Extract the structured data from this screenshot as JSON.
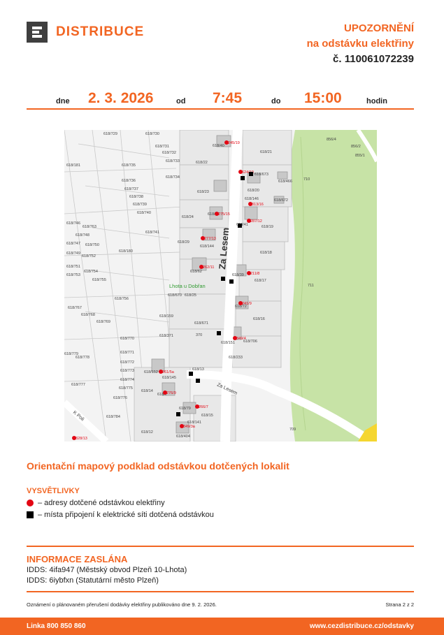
{
  "header": {
    "brand": "DISTRIBUCE",
    "notice_line1": "UPOZORNĚNÍ",
    "notice_line2": "na odstávku elektřiny",
    "notice_number": "č. 110061072239"
  },
  "outage": {
    "label_date": "dne",
    "date": "2. 3. 2026",
    "label_from": "od",
    "time_from": "7:45",
    "label_to": "do",
    "time_to": "15:00",
    "label_hours": "hodin"
  },
  "map": {
    "street_main": "Za Lesem",
    "street_side": "Za Lesem",
    "street_corner": "K Poli",
    "locality": "Lhota u Dobřan",
    "parcels": [
      "618/729",
      "618/730",
      "618/731",
      "618/732",
      "618/733",
      "618/734",
      "618/181",
      "618/735",
      "618/736",
      "618/737",
      "618/738",
      "618/739",
      "618/740",
      "618/741",
      "618/746",
      "618/763",
      "618/748",
      "618/747",
      "618/750",
      "618/749",
      "618/180",
      "618/751",
      "618/752",
      "618/754",
      "618/753",
      "618/755",
      "618/756",
      "618/767",
      "618/768",
      "618/769",
      "618/770",
      "618/771",
      "618/772",
      "618/773",
      "618/774",
      "618/775",
      "618/776",
      "618/777",
      "618/778",
      "618/779",
      "618/784",
      "618/12",
      "618/14",
      "618/13",
      "618/22",
      "618/23",
      "618/24",
      "618/29",
      "618/25",
      "618/159",
      "618/371",
      "618/21",
      "618/19",
      "618/18",
      "618/17",
      "618/16",
      "618/233",
      "618/673",
      "618/466",
      "618/672",
      "856/4",
      "856/2",
      "855/1",
      "710",
      "711",
      "709",
      "370",
      "618/40",
      "618/20",
      "618/146",
      "618/41",
      "618/77",
      "618/144",
      "618/62",
      "618/670",
      "618/671",
      "618/39",
      "618/72",
      "618/151",
      "618/706",
      "618/152",
      "618/145",
      "618/7",
      "618/79",
      "618/15",
      "618/141",
      "618/404"
    ],
    "address_points": [
      "245/19",
      "624/10",
      "313/16",
      "275/15",
      "287/12",
      "277/13",
      "262/11",
      "211/8",
      "241/9",
      "349/4",
      "261/5a",
      "276/9",
      "266/7",
      "349/3a",
      "328/13"
    ],
    "colors": {
      "address": "#e30613",
      "connection": "#000000",
      "green": "#c7e3a6",
      "road": "#ffffff"
    }
  },
  "map_caption": "Orientační mapový podklad odstávkou dotčených lokalit",
  "legend": {
    "title": "VYSVĚTLIVKY",
    "address_item": "– adresy dotčené odstávkou elektřiny",
    "connection_item": "– místa připojení k elektrické síti dotčená odstávkou"
  },
  "info": {
    "title": "INFORMACE ZASLÁNA",
    "line1": "IDDS: 4ifa947 (Městský obvod Plzeň 10-Lhota)",
    "line2": "IDDS: 6iybfxn (Statutární město Plzeň)"
  },
  "footnote": {
    "published": "Oznámení o plánovaném přerušení dodávky elektřiny publikováno dne 9. 2. 2026.",
    "page": "Strana 2 z 2"
  },
  "footer": {
    "hotline": "Linka 800 850 860",
    "website": "www.cezdistribuce.cz/odstavky"
  },
  "theme": {
    "accent": "#f26522",
    "logo_gray": "#3f3f3f"
  }
}
